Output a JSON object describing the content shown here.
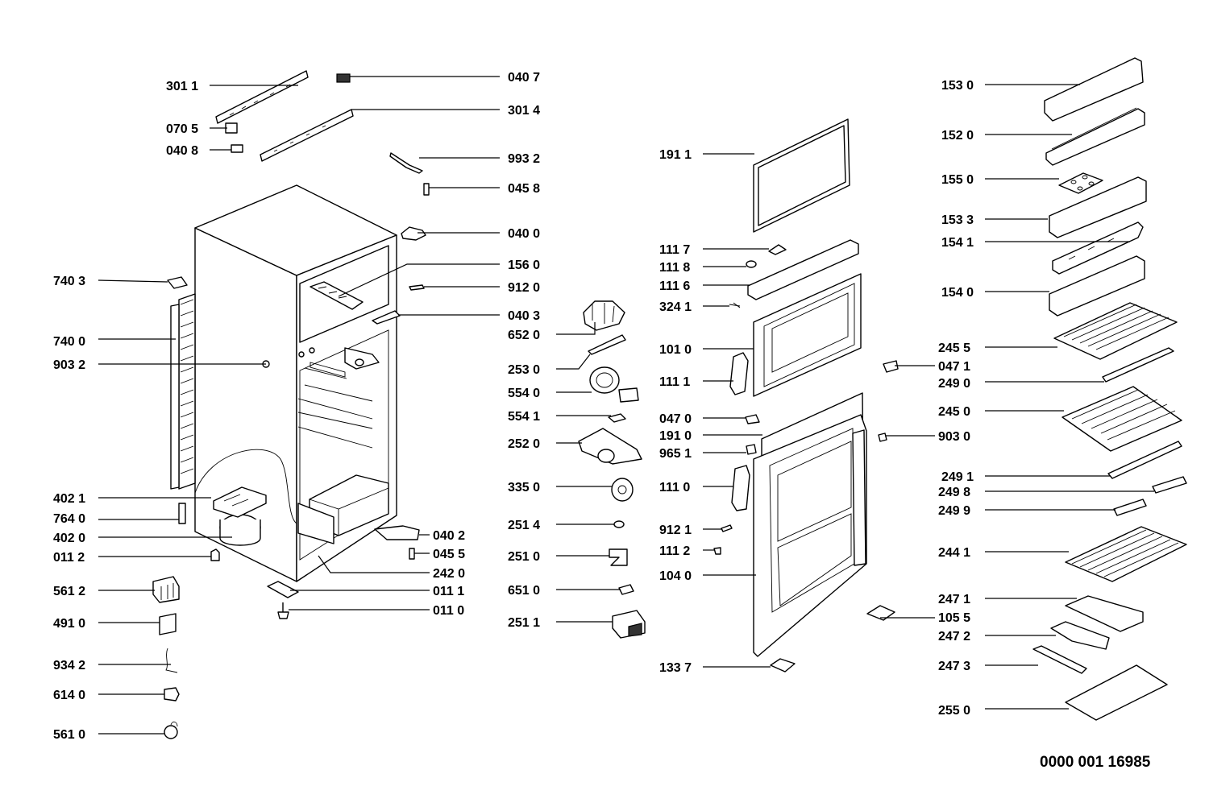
{
  "document_number": "0000 001 16985",
  "callouts": {
    "p3011": "301 1",
    "p0705": "070 5",
    "p0408": "040 8",
    "p0407": "040 7",
    "p3014": "301 4",
    "p9932": "993 2",
    "p0458": "045 8",
    "p0400": "040 0",
    "p1560": "156 0",
    "p9120": "912 0",
    "p0403": "040 3",
    "p7403": "740 3",
    "p7400": "740 0",
    "p9032": "903 2",
    "p4021": "402 1",
    "p7640": "764 0",
    "p4020": "402 0",
    "p0112": "011 2",
    "p0402": "040 2",
    "p0455": "045 5",
    "p2420": "242 0",
    "p0111": "011 1",
    "p0110": "011 0",
    "p5612": "561 2",
    "p4910": "491 0",
    "p9342": "934 2",
    "p6140": "614 0",
    "p5610": "561 0",
    "p6520": "652 0",
    "p2530": "253 0",
    "p5540": "554 0",
    "p5541": "554 1",
    "p2520": "252 0",
    "p3350": "335 0",
    "p2514": "251 4",
    "p2510": "251 0",
    "p6510": "651 0",
    "p2511": "251 1",
    "p1911": "191 1",
    "p1117": "111 7",
    "p1118": "111 8",
    "p1116": "111 6",
    "p3241": "324 1",
    "p1010": "101 0",
    "p1111": "111 1",
    "p0470": "047 0",
    "p1910": "191 0",
    "p9651": "965 1",
    "p1110": "111 0",
    "p9121": "912 1",
    "p1112": "111 2",
    "p1040": "104 0",
    "p1337": "133 7",
    "p1530": "153 0",
    "p1520": "152 0",
    "p1550": "155 0",
    "p1533": "153 3",
    "p1541": "154 1",
    "p1540": "154 0",
    "p2455": "245 5",
    "p0471": "047 1",
    "p2490": "249 0",
    "p2450": "245 0",
    "p9030": "903 0",
    "p2491": "249 1",
    "p2498": "249 8",
    "p2499": "249 9",
    "p2441": "244 1",
    "p2471": "247 1",
    "p1055": "105 5",
    "p2472": "247 2",
    "p2473": "247 3",
    "p2550": "255 0"
  }
}
